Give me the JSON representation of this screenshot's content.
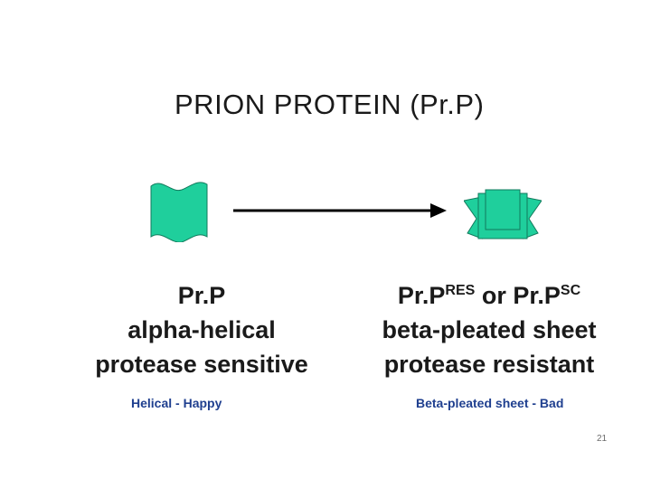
{
  "slide": {
    "title": "PRION PROTEIN (Pr.P)",
    "page_number": "21"
  },
  "left": {
    "name": "Pr.P",
    "structure": "alpha-helical",
    "sensitivity": "protease sensitive",
    "caption": "Helical - Happy"
  },
  "right": {
    "name_a": "Pr.P",
    "name_a_sup": "RES",
    "or_text": "or",
    "name_b": "Pr.P",
    "name_b_sup": "SC",
    "structure": "beta-pleated sheet",
    "sensitivity": "protease resistant",
    "caption": "Beta-pleated sheet - Bad"
  },
  "colors": {
    "shape_fill": "#1fcf9c",
    "caption_color": "#1f3f8f",
    "arrow_color": "#000000"
  }
}
